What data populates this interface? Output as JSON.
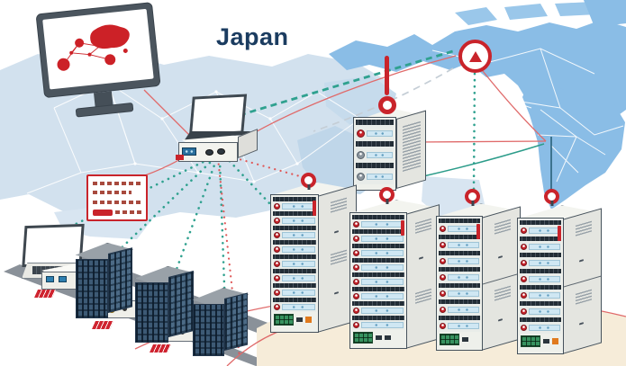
{
  "title": {
    "text": "Japan",
    "color": "#1b3c60"
  },
  "colors": {
    "accent_red": "#c9242b",
    "thin_red_line": "#e06a6a",
    "teal": "#2fa18f",
    "map_light": "#d2e1ee",
    "map_medium": "#bfd6e9",
    "map_americas": "#8abde6",
    "road_gray": "#8a9199",
    "floor_tan": "#f6ecd9",
    "building_blue": "#3d5a75",
    "rack_body": "#eef0eb"
  },
  "components": {
    "dashboard_monitor": {
      "icon": "world-map-icon"
    },
    "gateway_station": {
      "icon": "laptop-appliance-icon"
    },
    "alert_note": {
      "icon": "alert-log-icon",
      "lines": 4
    },
    "alert_badge": {
      "icon": "alert-triangle-icon"
    },
    "drop_marker": {
      "icon": "drop-pin-icon"
    },
    "client_laptop": {
      "icon": "laptop-icon"
    },
    "modems": [
      {
        "name": "modem-1"
      },
      {
        "name": "modem-2"
      },
      {
        "name": "modem-3"
      }
    ],
    "buildings": [
      {
        "name": "office-building-1"
      },
      {
        "name": "office-building-2"
      },
      {
        "name": "office-building-3"
      }
    ],
    "network_cabinet": {
      "units": 3
    },
    "server_racks": [
      {
        "name": "server-rack-1",
        "units": 8,
        "pin": true
      },
      {
        "name": "server-rack-2",
        "units": 8,
        "pin": true
      },
      {
        "name": "server-rack-3",
        "units": 7,
        "pin": true
      },
      {
        "name": "server-rack-4",
        "units": 7,
        "pin": true
      }
    ]
  }
}
